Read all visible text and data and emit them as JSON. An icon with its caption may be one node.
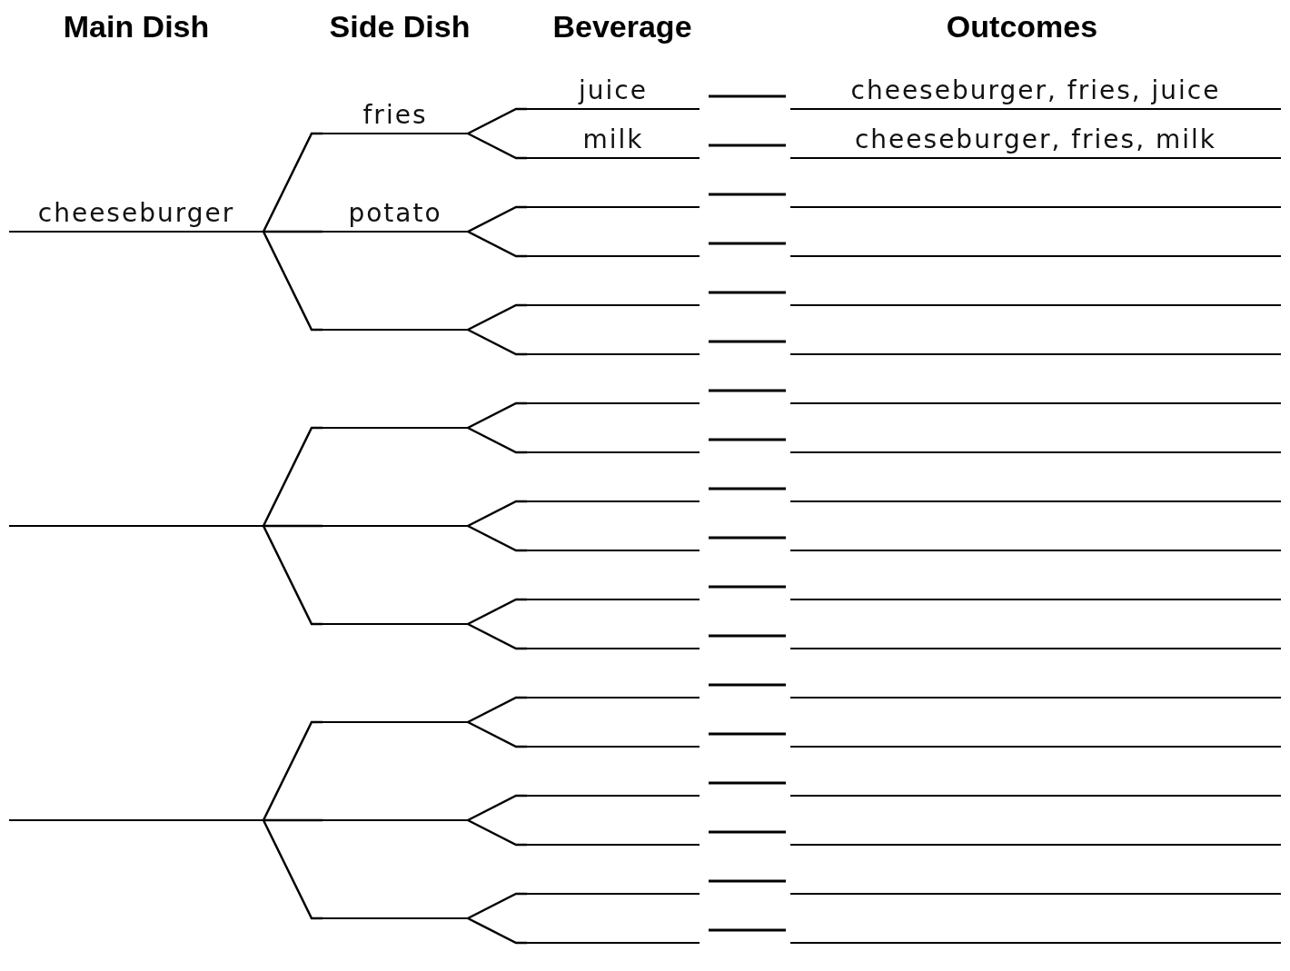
{
  "diagram": {
    "nodes": [
      {
        "text": [
          "cheeseburger"
        ]
      },
      {
        "text": [],
        "shape": "line"
      },
      {
        "text": [],
        "shape": "line"
      },
      {
        "text": [
          "fries"
        ]
      },
      {
        "text": [
          "potato"
        ]
      },
      {
        "text": [],
        "shape": "line"
      },
      {
        "text": [],
        "shape": "line"
      },
      {
        "text": [],
        "shape": "line"
      },
      {
        "text": [],
        "shape": "line"
      },
      {
        "text": [],
        "shape": "line"
      },
      {
        "text": [],
        "shape": "line"
      },
      {
        "text": [],
        "shape": "line"
      },
      {
        "text": [
          "juice"
        ]
      },
      {
        "text": [
          "milk"
        ]
      },
      {
        "text": [],
        "shape": "line"
      },
      {
        "text": [],
        "shape": "line"
      },
      {
        "text": [],
        "shape": "line"
      },
      {
        "text": [],
        "shape": "line"
      },
      {
        "text": [],
        "shape": "line"
      },
      {
        "text": [],
        "shape": "line"
      },
      {
        "text": [],
        "shape": "line"
      },
      {
        "text": [],
        "shape": "line"
      },
      {
        "text": [],
        "shape": "line"
      },
      {
        "text": [],
        "shape": "line"
      },
      {
        "text": [],
        "shape": "line"
      },
      {
        "text": [],
        "shape": "line"
      },
      {
        "text": [],
        "shape": "line"
      },
      {
        "text": [],
        "shape": "line"
      },
      {
        "text": [],
        "shape": "line"
      },
      {
        "text": [],
        "shape": "line"
      },
      {
        "text": [
          "cheeseburger, fries, juice"
        ]
      },
      {
        "text": [
          "cheeseburger, fries, milk"
        ]
      },
      {
        "text": [],
        "shape": "line"
      },
      {
        "text": [],
        "shape": "line"
      },
      {
        "text": [],
        "shape": "line"
      },
      {
        "text": [],
        "shape": "line"
      },
      {
        "text": [],
        "shape": "line"
      },
      {
        "text": [],
        "shape": "line"
      },
      {
        "text": [],
        "shape": "line"
      },
      {
        "text": [],
        "shape": "line"
      },
      {
        "text": [],
        "shape": "line"
      },
      {
        "text": [],
        "shape": "line"
      },
      {
        "text": [],
        "shape": "line"
      },
      {
        "text": [],
        "shape": "line"
      },
      {
        "text": [],
        "shape": "line"
      },
      {
        "text": [],
        "shape": "line"
      },
      {
        "text": [],
        "shape": "line"
      },
      {
        "text": [],
        "shape": "line"
      }
    ],
    "edges": [
      {
        "from": 0,
        "to": 3,
        "arrow": "none"
      },
      {
        "from": 0,
        "to": 4,
        "arrow": "none"
      },
      {
        "from": 0,
        "to": 5,
        "arrow": "none"
      },
      {
        "from": 1,
        "to": 6,
        "arrow": "none"
      },
      {
        "from": 1,
        "to": 7,
        "arrow": "none"
      },
      {
        "from": 1,
        "to": 8,
        "arrow": "none"
      },
      {
        "from": 2,
        "to": 9,
        "arrow": "none"
      },
      {
        "from": 2,
        "to": 10,
        "arrow": "none"
      },
      {
        "from": 2,
        "to": 11,
        "arrow": "none"
      },
      {
        "from": 3,
        "to": 12,
        "arrow": "none"
      },
      {
        "from": 3,
        "to": 13,
        "arrow": "none"
      },
      {
        "from": 4,
        "to": 14,
        "arrow": "none"
      },
      {
        "from": 4,
        "to": 15,
        "arrow": "none"
      },
      {
        "from": 5,
        "to": 16,
        "arrow": "none"
      },
      {
        "from": 5,
        "to": 17,
        "arrow": "none"
      },
      {
        "from": 6,
        "to": 18,
        "arrow": "none"
      },
      {
        "from": 6,
        "to": 19,
        "arrow": "none"
      },
      {
        "from": 7,
        "to": 20,
        "arrow": "none"
      },
      {
        "from": 7,
        "to": 21,
        "arrow": "none"
      },
      {
        "from": 8,
        "to": 22,
        "arrow": "none"
      },
      {
        "from": 8,
        "to": 23,
        "arrow": "none"
      },
      {
        "from": 9,
        "to": 24,
        "arrow": "none"
      },
      {
        "from": 9,
        "to": 25,
        "arrow": "none"
      },
      {
        "from": 10,
        "to": 26,
        "arrow": "none"
      },
      {
        "from": 10,
        "to": 27,
        "arrow": "none"
      },
      {
        "from": 11,
        "to": 28,
        "arrow": "none"
      },
      {
        "from": 11,
        "to": 29,
        "arrow": "none"
      }
    ],
    "labels": [
      "Main Dish",
      "Side Dish",
      "Beverage",
      "Outcomes"
    ]
  }
}
